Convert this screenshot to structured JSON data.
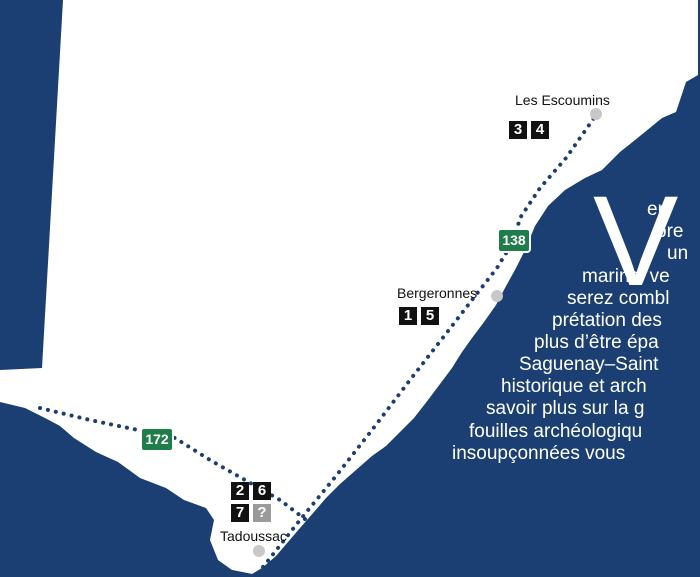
{
  "map": {
    "towns": [
      {
        "id": "les-escoumins",
        "name": "Les Escoumins",
        "sites": [
          "3",
          "4"
        ]
      },
      {
        "id": "bergeronnes",
        "name": "Bergeronnes",
        "sites": [
          "1",
          "5"
        ]
      },
      {
        "id": "tadoussac",
        "name": "Tadoussac",
        "sites": [
          "2",
          "6",
          "7",
          "?"
        ]
      }
    ],
    "routes": [
      {
        "id": "route-138",
        "label": "138"
      },
      {
        "id": "route-172",
        "label": "172"
      }
    ],
    "colors": {
      "water": "#1b3f72",
      "land": "#ffffff",
      "route_shield": "#1f7d4a",
      "site_badge": "#111111",
      "unknown_badge": "#9a9a9a",
      "town_dot": "#c8c8c8"
    }
  },
  "intro": {
    "drop_cap": "V",
    "lines": [
      "en",
      "pre",
      "un",
      "marins, ve",
      "serez combl",
      "prétation des",
      "plus d’être épa",
      "Saguenay–Saint",
      "historique et arch",
      "savoir plus sur la g",
      "fouilles archéologiqu",
      "insoupçonnées vous"
    ]
  }
}
